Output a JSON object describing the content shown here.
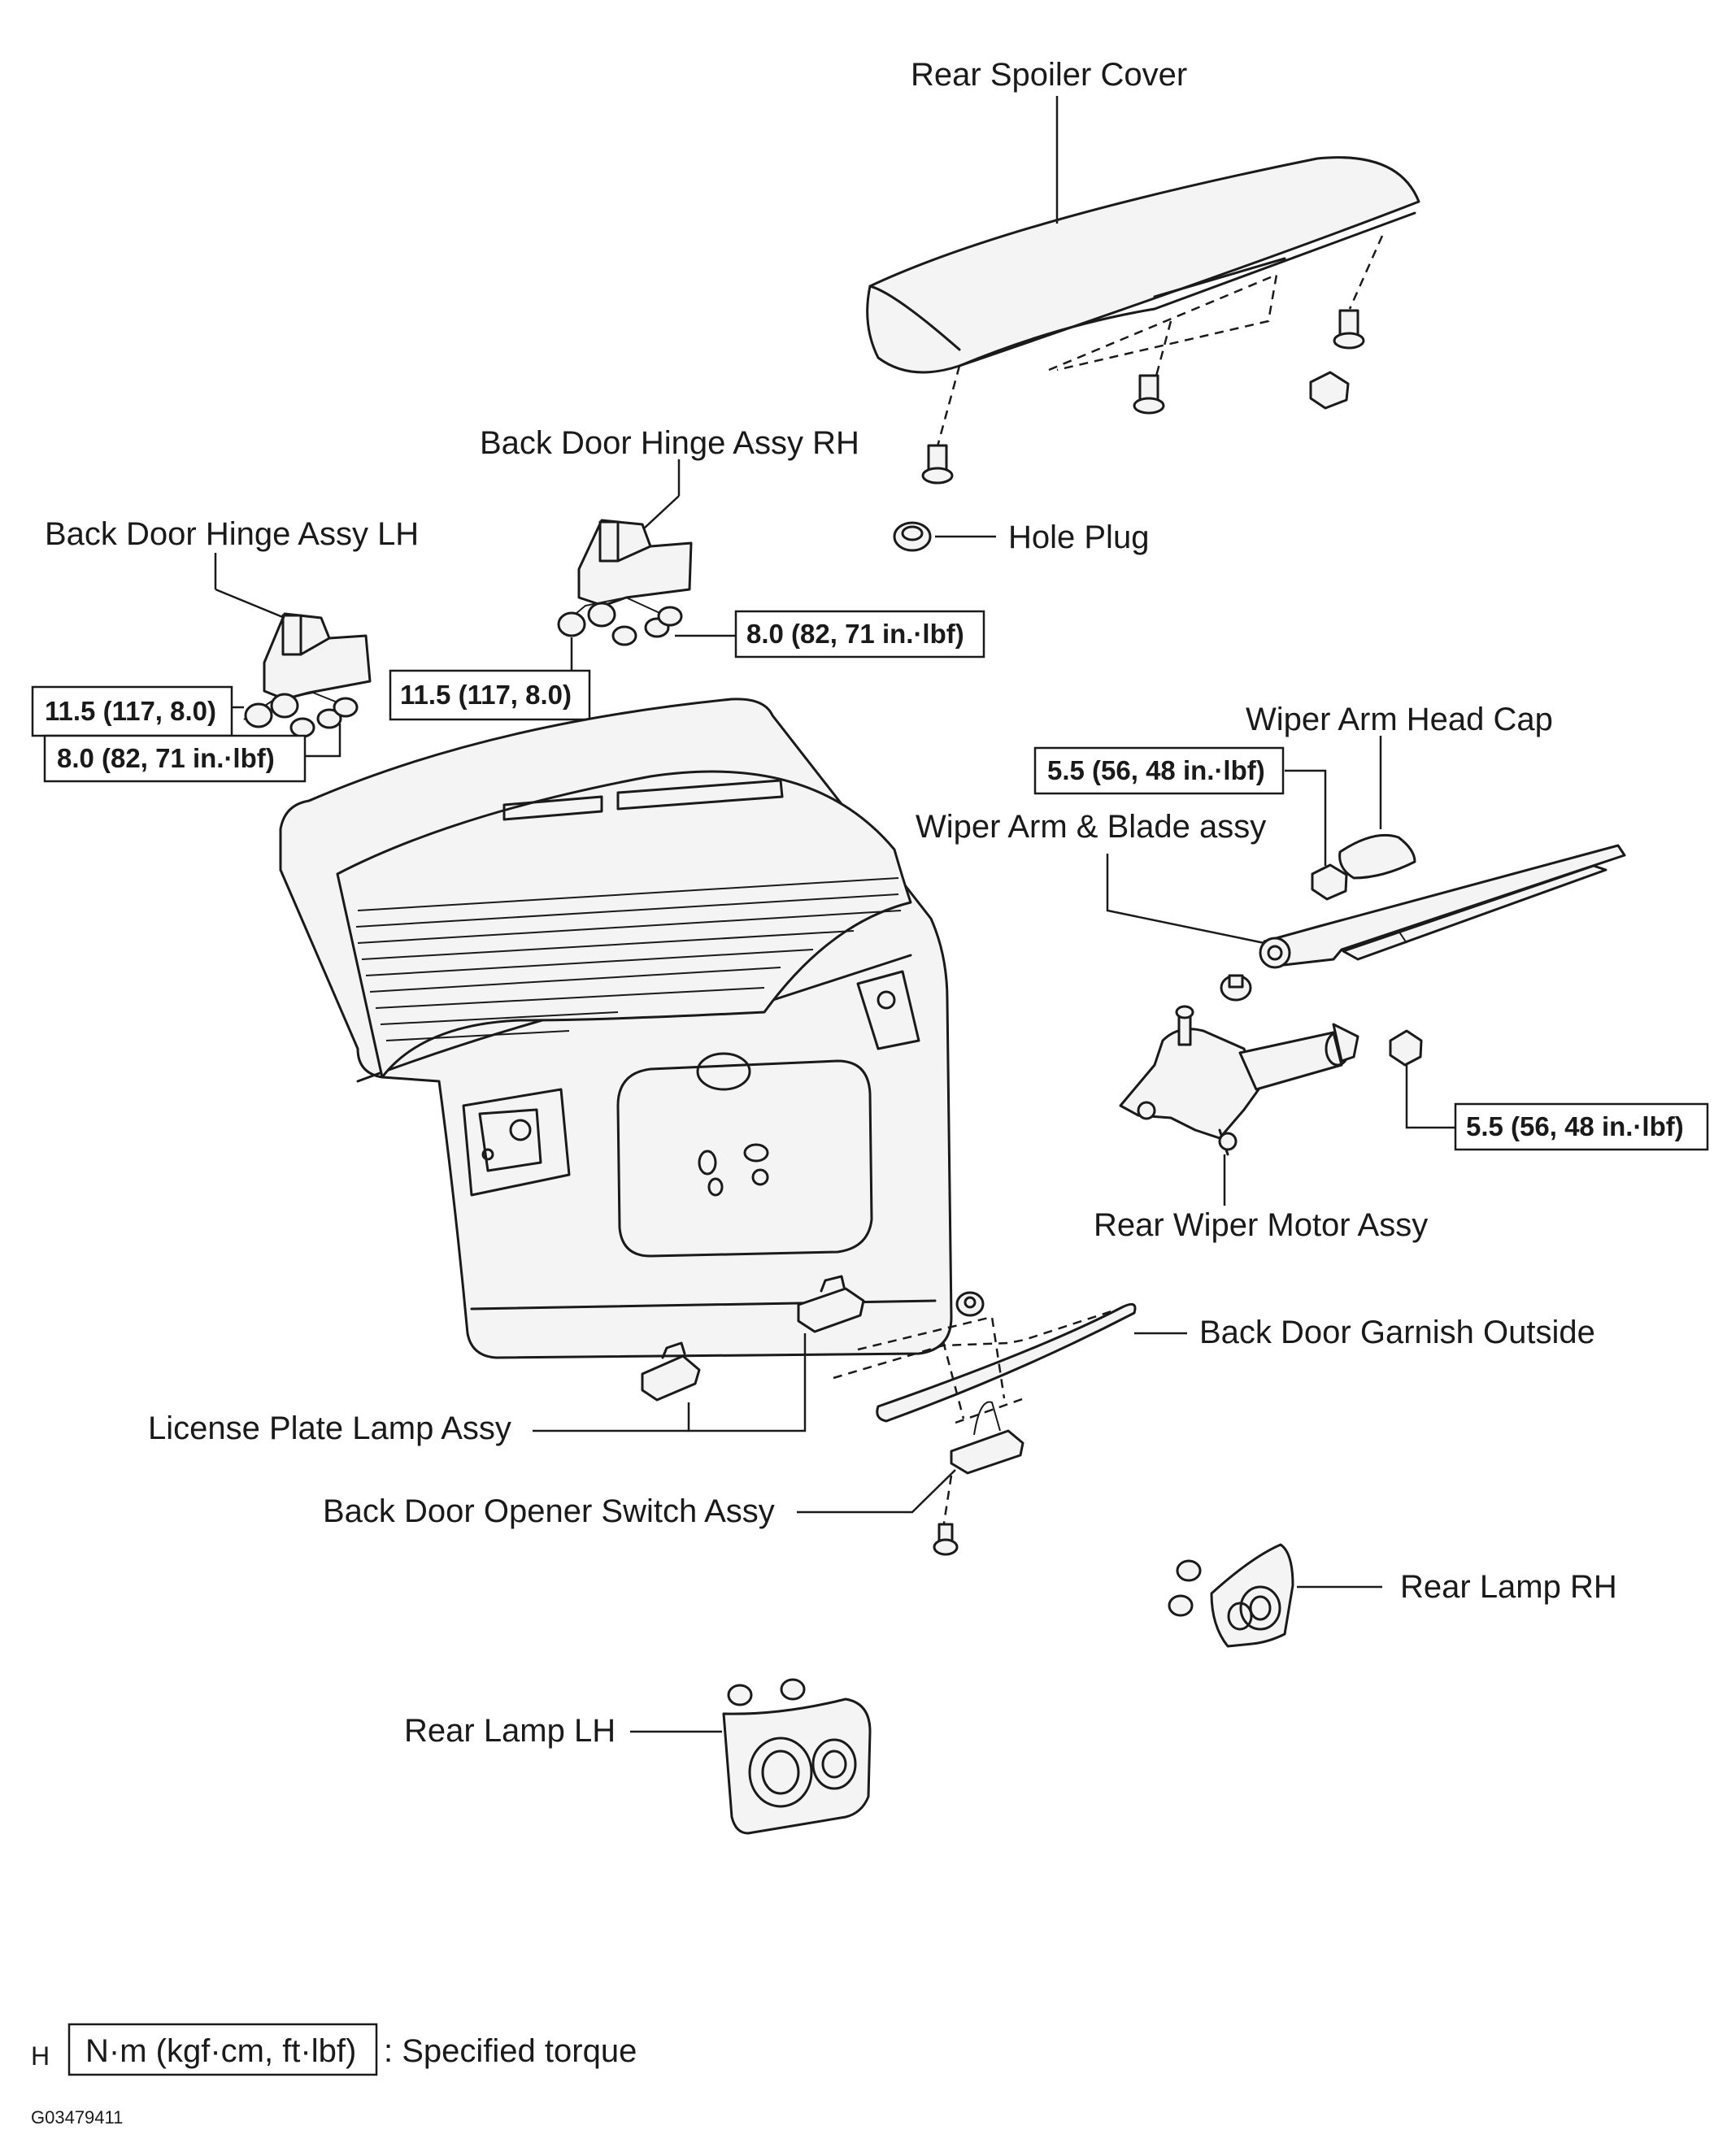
{
  "labels": {
    "rear_spoiler_cover": "Rear Spoiler Cover",
    "hinge_rh": "Back Door Hinge Assy RH",
    "hinge_lh": "Back Door Hinge Assy LH",
    "hole_plug": "Hole Plug",
    "wiper_arm_head_cap": "Wiper Arm Head Cap",
    "wiper_arm_blade": "Wiper Arm & Blade assy",
    "rear_wiper_motor": "Rear Wiper Motor Assy",
    "back_door_garnish": "Back Door Garnish Outside",
    "license_plate_lamp": "License Plate Lamp Assy",
    "back_door_opener_switch": "Back Door Opener Switch Assy",
    "rear_lamp_rh": "Rear Lamp RH",
    "rear_lamp_lh": "Rear Lamp LH"
  },
  "torques": {
    "hinge_lh_nut": "11.5 (117, 8.0)",
    "hinge_lh_bolt": "8.0 (82, 71 in.·lbf)",
    "hinge_rh_nut": "11.5 (117, 8.0)",
    "hinge_rh_bolt": "8.0 (82, 71 in.·lbf)",
    "wiper_arm_nut": "5.5 (56, 48 in.·lbf)",
    "wiper_motor_nut": "5.5 (56, 48 in.·lbf)"
  },
  "legend": {
    "marker": "H",
    "unit_box": "N·m (kgf·cm, ft·lbf)",
    "text": ": Specified torque"
  },
  "figure_code": "G03479411"
}
